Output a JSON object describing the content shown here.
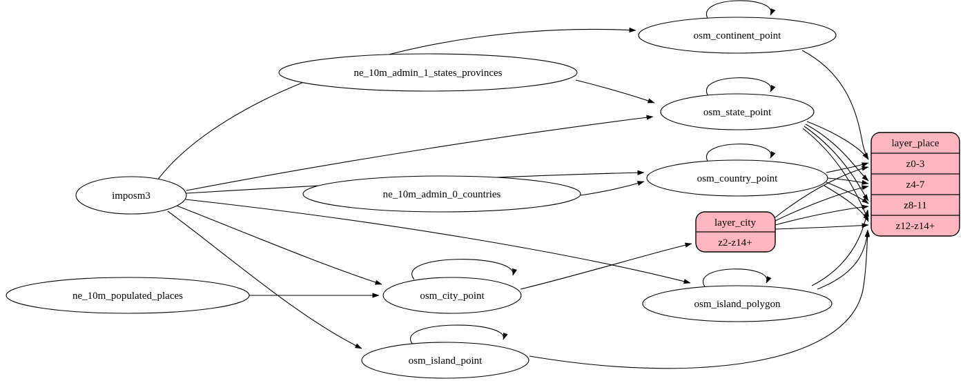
{
  "diagram": {
    "type": "etl-graph",
    "colors": {
      "background": "#ffffff",
      "node_fill": "#ffffff",
      "record_fill": "#ffb6c1",
      "stroke": "#000000"
    },
    "nodes": {
      "imposm3": {
        "label": "imposm3"
      },
      "ne_10m_admin_1_states_provinces": {
        "label": "ne_10m_admin_1_states_provinces"
      },
      "ne_10m_admin_0_countries": {
        "label": "ne_10m_admin_0_countries"
      },
      "ne_10m_populated_places": {
        "label": "ne_10m_populated_places"
      },
      "osm_continent_point": {
        "label": "osm_continent_point"
      },
      "osm_state_point": {
        "label": "osm_state_point"
      },
      "osm_country_point": {
        "label": "osm_country_point"
      },
      "osm_city_point": {
        "label": "osm_city_point"
      },
      "osm_island_polygon": {
        "label": "osm_island_polygon"
      },
      "osm_island_point": {
        "label": "osm_island_point"
      }
    },
    "records": {
      "layer_place": {
        "title": "layer_place",
        "rows": [
          "z0-3",
          "z4-7",
          "z8-11",
          "z12-z14+"
        ]
      },
      "layer_city": {
        "title": "layer_city",
        "rows": [
          "z2-z14+"
        ]
      }
    },
    "edges": [
      {
        "from": "imposm3",
        "to": "osm_continent_point"
      },
      {
        "from": "imposm3",
        "to": "osm_state_point"
      },
      {
        "from": "imposm3",
        "to": "osm_country_point"
      },
      {
        "from": "imposm3",
        "to": "osm_city_point"
      },
      {
        "from": "imposm3",
        "to": "osm_island_polygon"
      },
      {
        "from": "imposm3",
        "to": "osm_island_point"
      },
      {
        "from": "ne_10m_admin_1_states_provinces",
        "to": "osm_state_point"
      },
      {
        "from": "ne_10m_admin_0_countries",
        "to": "osm_country_point"
      },
      {
        "from": "ne_10m_populated_places",
        "to": "osm_city_point"
      },
      {
        "from": "osm_continent_point",
        "to": "osm_continent_point"
      },
      {
        "from": "osm_state_point",
        "to": "osm_state_point"
      },
      {
        "from": "osm_country_point",
        "to": "osm_country_point"
      },
      {
        "from": "osm_city_point",
        "to": "osm_city_point"
      },
      {
        "from": "osm_island_polygon",
        "to": "osm_island_polygon"
      },
      {
        "from": "osm_island_point",
        "to": "osm_island_point"
      },
      {
        "from": "osm_continent_point",
        "to": "layer_place:z0-3"
      },
      {
        "from": "osm_state_point",
        "to": "layer_place:z0-3"
      },
      {
        "from": "osm_state_point",
        "to": "layer_place:z4-7"
      },
      {
        "from": "osm_state_point",
        "to": "layer_place:z8-11"
      },
      {
        "from": "osm_state_point",
        "to": "layer_place:z12-z14+"
      },
      {
        "from": "osm_country_point",
        "to": "layer_place:z0-3"
      },
      {
        "from": "osm_country_point",
        "to": "layer_place:z4-7"
      },
      {
        "from": "osm_country_point",
        "to": "layer_place:z8-11"
      },
      {
        "from": "osm_country_point",
        "to": "layer_place:z12-z14+"
      },
      {
        "from": "osm_city_point",
        "to": "layer_city:z2-z14+"
      },
      {
        "from": "layer_city",
        "to": "layer_place:z0-3"
      },
      {
        "from": "layer_city",
        "to": "layer_place:z4-7"
      },
      {
        "from": "layer_city",
        "to": "layer_place:z8-11"
      },
      {
        "from": "layer_city",
        "to": "layer_place:z12-z14+"
      },
      {
        "from": "osm_island_polygon",
        "to": "layer_place:z8-11"
      },
      {
        "from": "osm_island_polygon",
        "to": "layer_place:z12-z14+"
      },
      {
        "from": "osm_island_point",
        "to": "layer_place:z12-z14+"
      }
    ]
  }
}
